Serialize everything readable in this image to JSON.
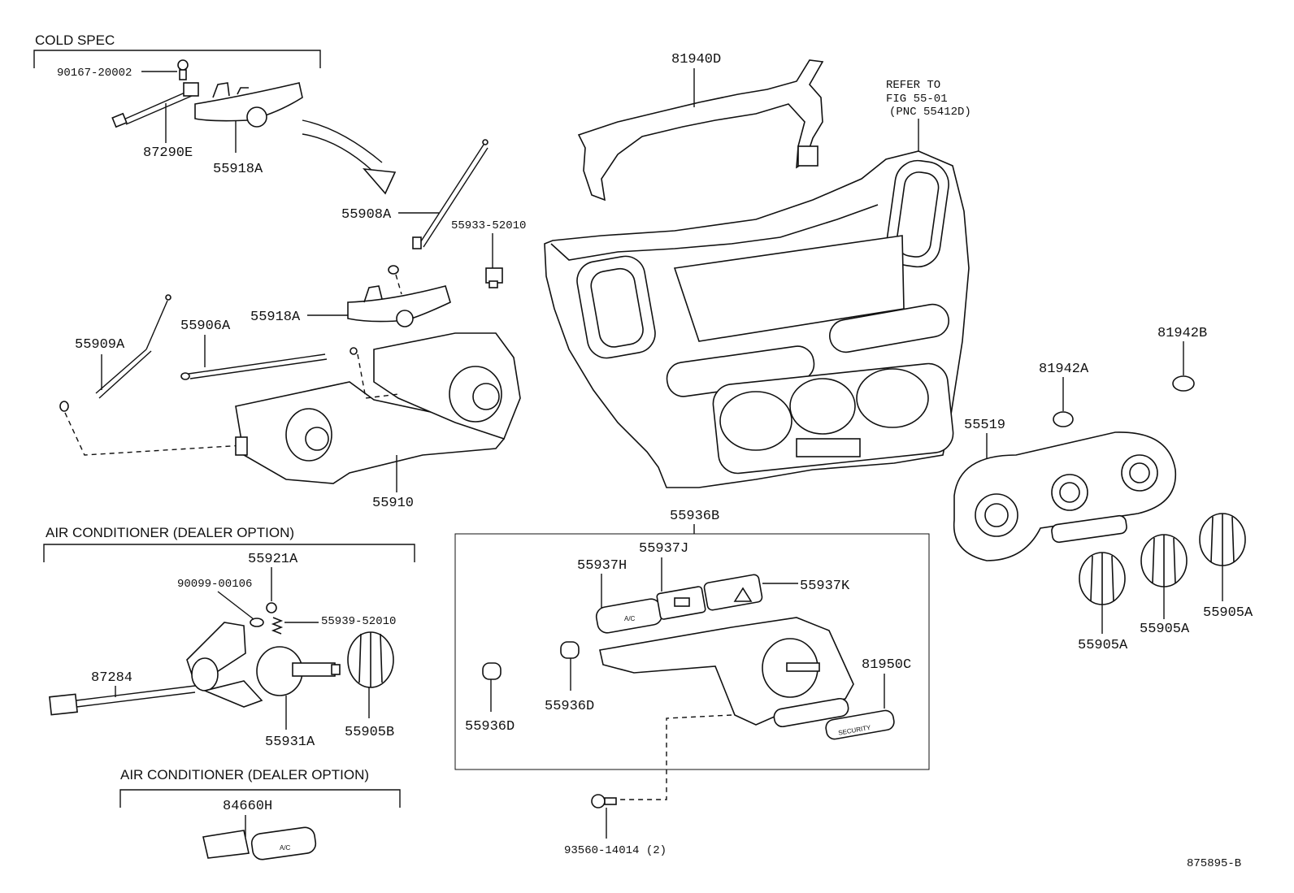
{
  "sections": {
    "cold_spec": "COLD SPEC",
    "ac_dealer_1": "AIR CONDITIONER (DEALER OPTION)",
    "ac_dealer_2": "AIR CONDITIONER (DEALER OPTION)"
  },
  "refer_note": {
    "line1": "REFER TO",
    "line2": "FIG 55-01",
    "line3": "(PNC 55412D)"
  },
  "parts": {
    "p90167": "90167-20002",
    "p87290E": "87290E",
    "p55918A_top": "55918A",
    "p55908A": "55908A",
    "p55933": "55933-52010",
    "p55918A_mid": "55918A",
    "p55909A": "55909A",
    "p55906A": "55906A",
    "p55910": "55910",
    "p81940D": "81940D",
    "p81942B": "81942B",
    "p81942A": "81942A",
    "p55519": "55519",
    "p55905A_1": "55905A",
    "p55905A_2": "55905A",
    "p55905A_3": "55905A",
    "p55936B": "55936B",
    "p55937J": "55937J",
    "p55937H": "55937H",
    "p55937K": "55937K",
    "p81950C": "81950C",
    "p55936D_1": "55936D",
    "p55936D_2": "55936D",
    "p93560": "93560-14014 (2)",
    "p55921A": "55921A",
    "p90099": "90099-00106",
    "p55939": "55939-52010",
    "p87284": "87284",
    "p55931A": "55931A",
    "p55905B": "55905B",
    "p84660H": "84660H"
  },
  "button_text": {
    "ac": "A/C",
    "security": "SECURITY",
    "ac_small": "A/C"
  },
  "figure_id": "875895-B"
}
